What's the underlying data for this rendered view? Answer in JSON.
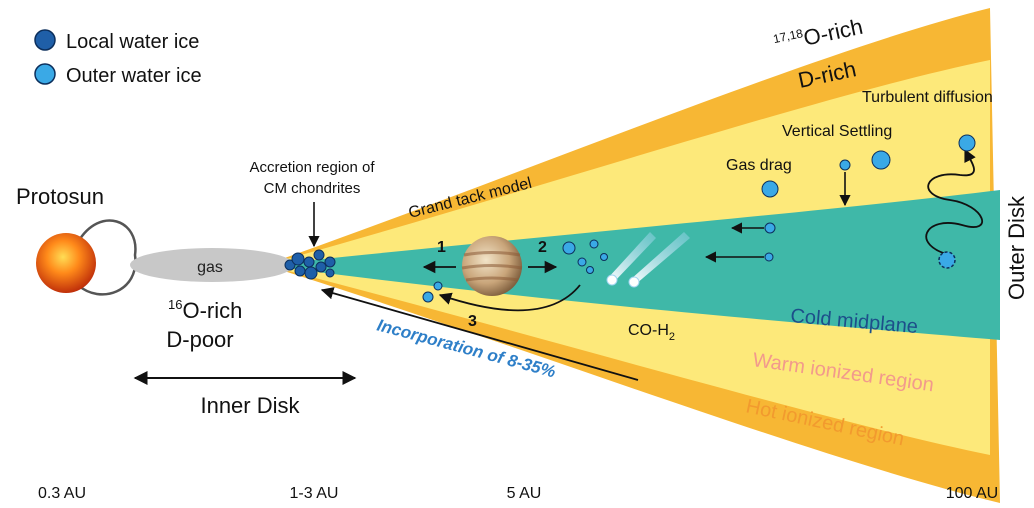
{
  "legend": {
    "items": [
      {
        "label": "Local water ice",
        "color": "#1f5fa8"
      },
      {
        "label": "Outer water ice",
        "color": "#3aa9e6"
      }
    ]
  },
  "labels": {
    "protosun": "Protosun",
    "gas": "gas",
    "o16_sup": "16",
    "o16_text": "O-rich",
    "d_poor": "D-poor",
    "accretion_line1": "Accretion region of",
    "accretion_line2": "CM chondrites",
    "grand_tack": "Grand tack model",
    "step1": "1",
    "step2": "2",
    "step3": "3",
    "incorporation": "Incorporation of 8-35%",
    "co_h2_main": "CO-H",
    "co_h2_sub": "2",
    "cold_midplane": "Cold midplane",
    "warm_ionized": "Warm ionized region",
    "hot_ionized": "Hot ionized region",
    "inner_disk": "Inner Disk",
    "outer_disk": "Outer Disk",
    "gas_drag": "Gas drag",
    "vertical_settling": "Vertical Settling",
    "turbulent_diffusion": "Turbulent diffusion",
    "o1718_sup": "17,18",
    "o1718_text": "O-rich",
    "d_rich": "D-rich"
  },
  "axis": {
    "ticks": [
      "0.3 AU",
      "1-3 AU",
      "5 AU",
      "100 AU"
    ]
  },
  "colors": {
    "hot_region": "#f7b734",
    "warm_region": "#fde97a",
    "midplane": "#3fb8a8",
    "inner_gas": "#c8c8c8",
    "local_ice": "#1f5fa8",
    "outer_ice": "#3aa9e6",
    "incorporation_text": "#2e7fc8",
    "warm_text": "#f29a8c",
    "hot_text": "#f29a2e",
    "cold_text": "#1d4f8a"
  }
}
